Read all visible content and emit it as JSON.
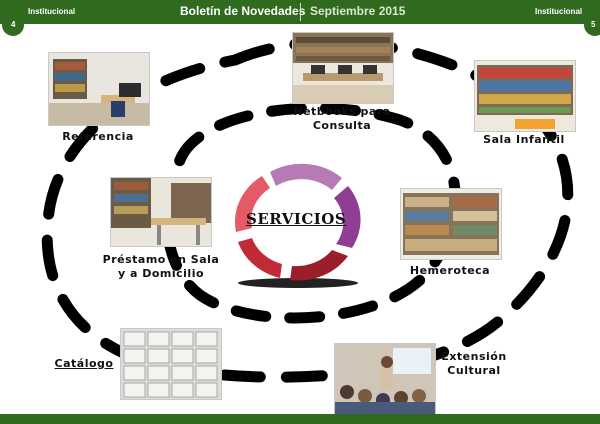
{
  "header": {
    "left_section": "Institucional",
    "title": "Boletín de Novedades",
    "date": "Septiembre 2015",
    "right_section": "Institucional",
    "page_left": "4",
    "page_right": "5"
  },
  "center": {
    "title": "SERVICIOS"
  },
  "services": {
    "referencia": "Referencia",
    "netbooks_1": "Netbooks para",
    "netbooks_2": "Consulta",
    "sala_infantil": "Sala Infantil",
    "prestamo_1": "Préstamo en Sala",
    "prestamo_2": "y a Domicilio",
    "hemeroteca": "Hemeroteca",
    "catalogo": "Catálogo",
    "extension_1": "Extensión",
    "extension_2": "Cultural"
  },
  "colors": {
    "header_green": "#2f6a1f",
    "cycle_purple_light": "#b67ab5",
    "cycle_purple": "#8e3f93",
    "cycle_red_dark": "#9a1f2b",
    "cycle_red": "#c32a37",
    "cycle_pink": "#e55a66"
  }
}
